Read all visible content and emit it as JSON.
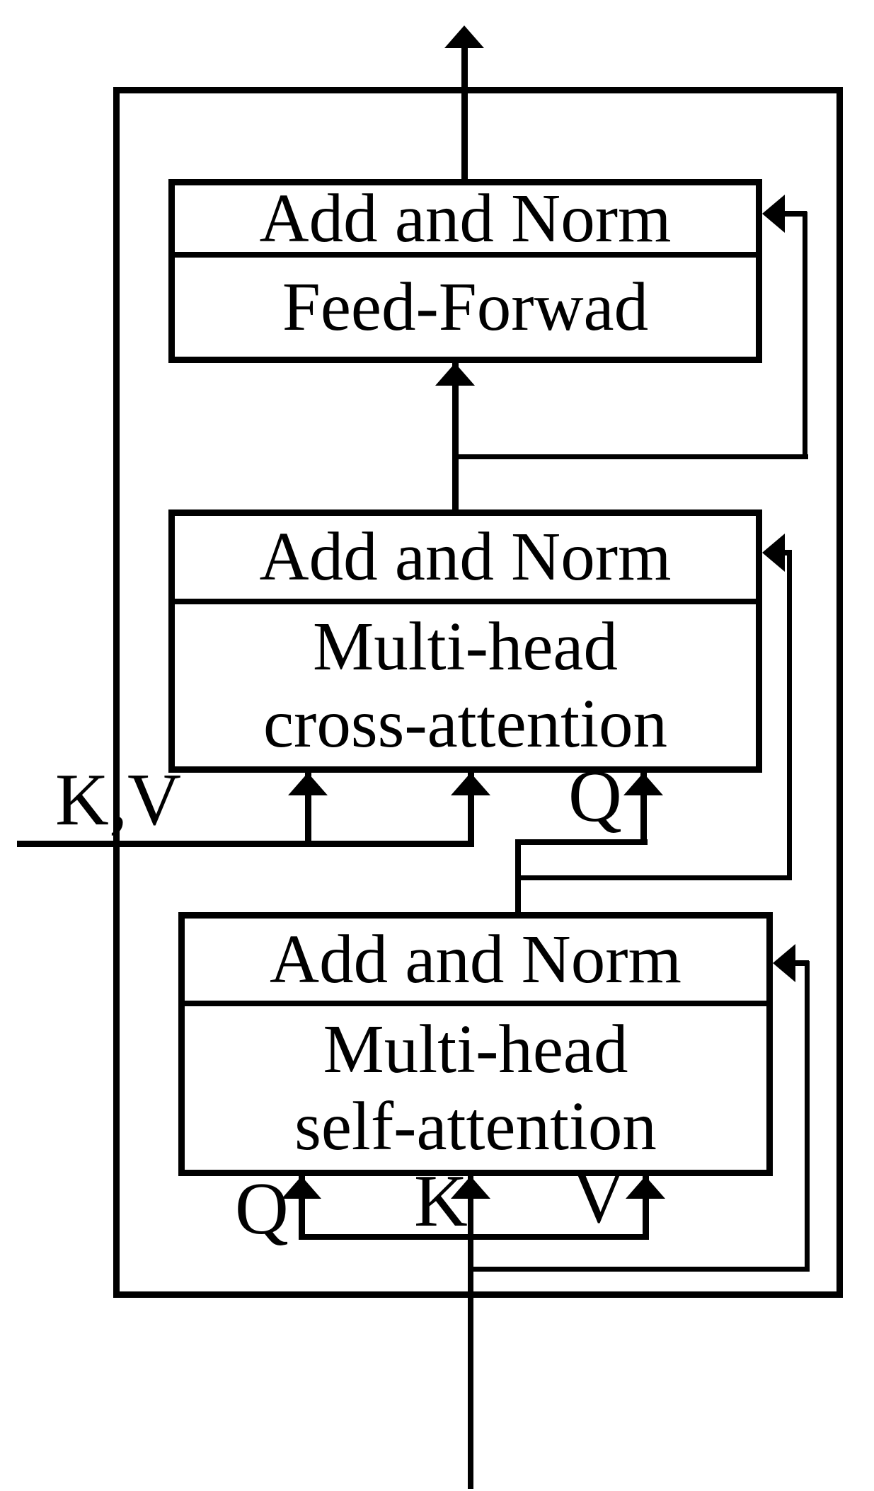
{
  "diagram": {
    "blocks": {
      "ff": {
        "header": "Add and Norm",
        "body": "Feed-Forwad"
      },
      "cross": {
        "header": "Add and Norm",
        "body_line1": "Multi-head",
        "body_line2": "cross-attention"
      },
      "self": {
        "header": "Add and Norm",
        "body_line1": "Multi-head",
        "body_line2": "self-attention"
      }
    },
    "labels": {
      "kv": "K,V",
      "q_cross": "Q",
      "q_self": "Q",
      "k_self": "K",
      "v_self": "V"
    },
    "colors": {
      "line": "#000000",
      "background": "#ffffff",
      "text": "#000000"
    }
  }
}
